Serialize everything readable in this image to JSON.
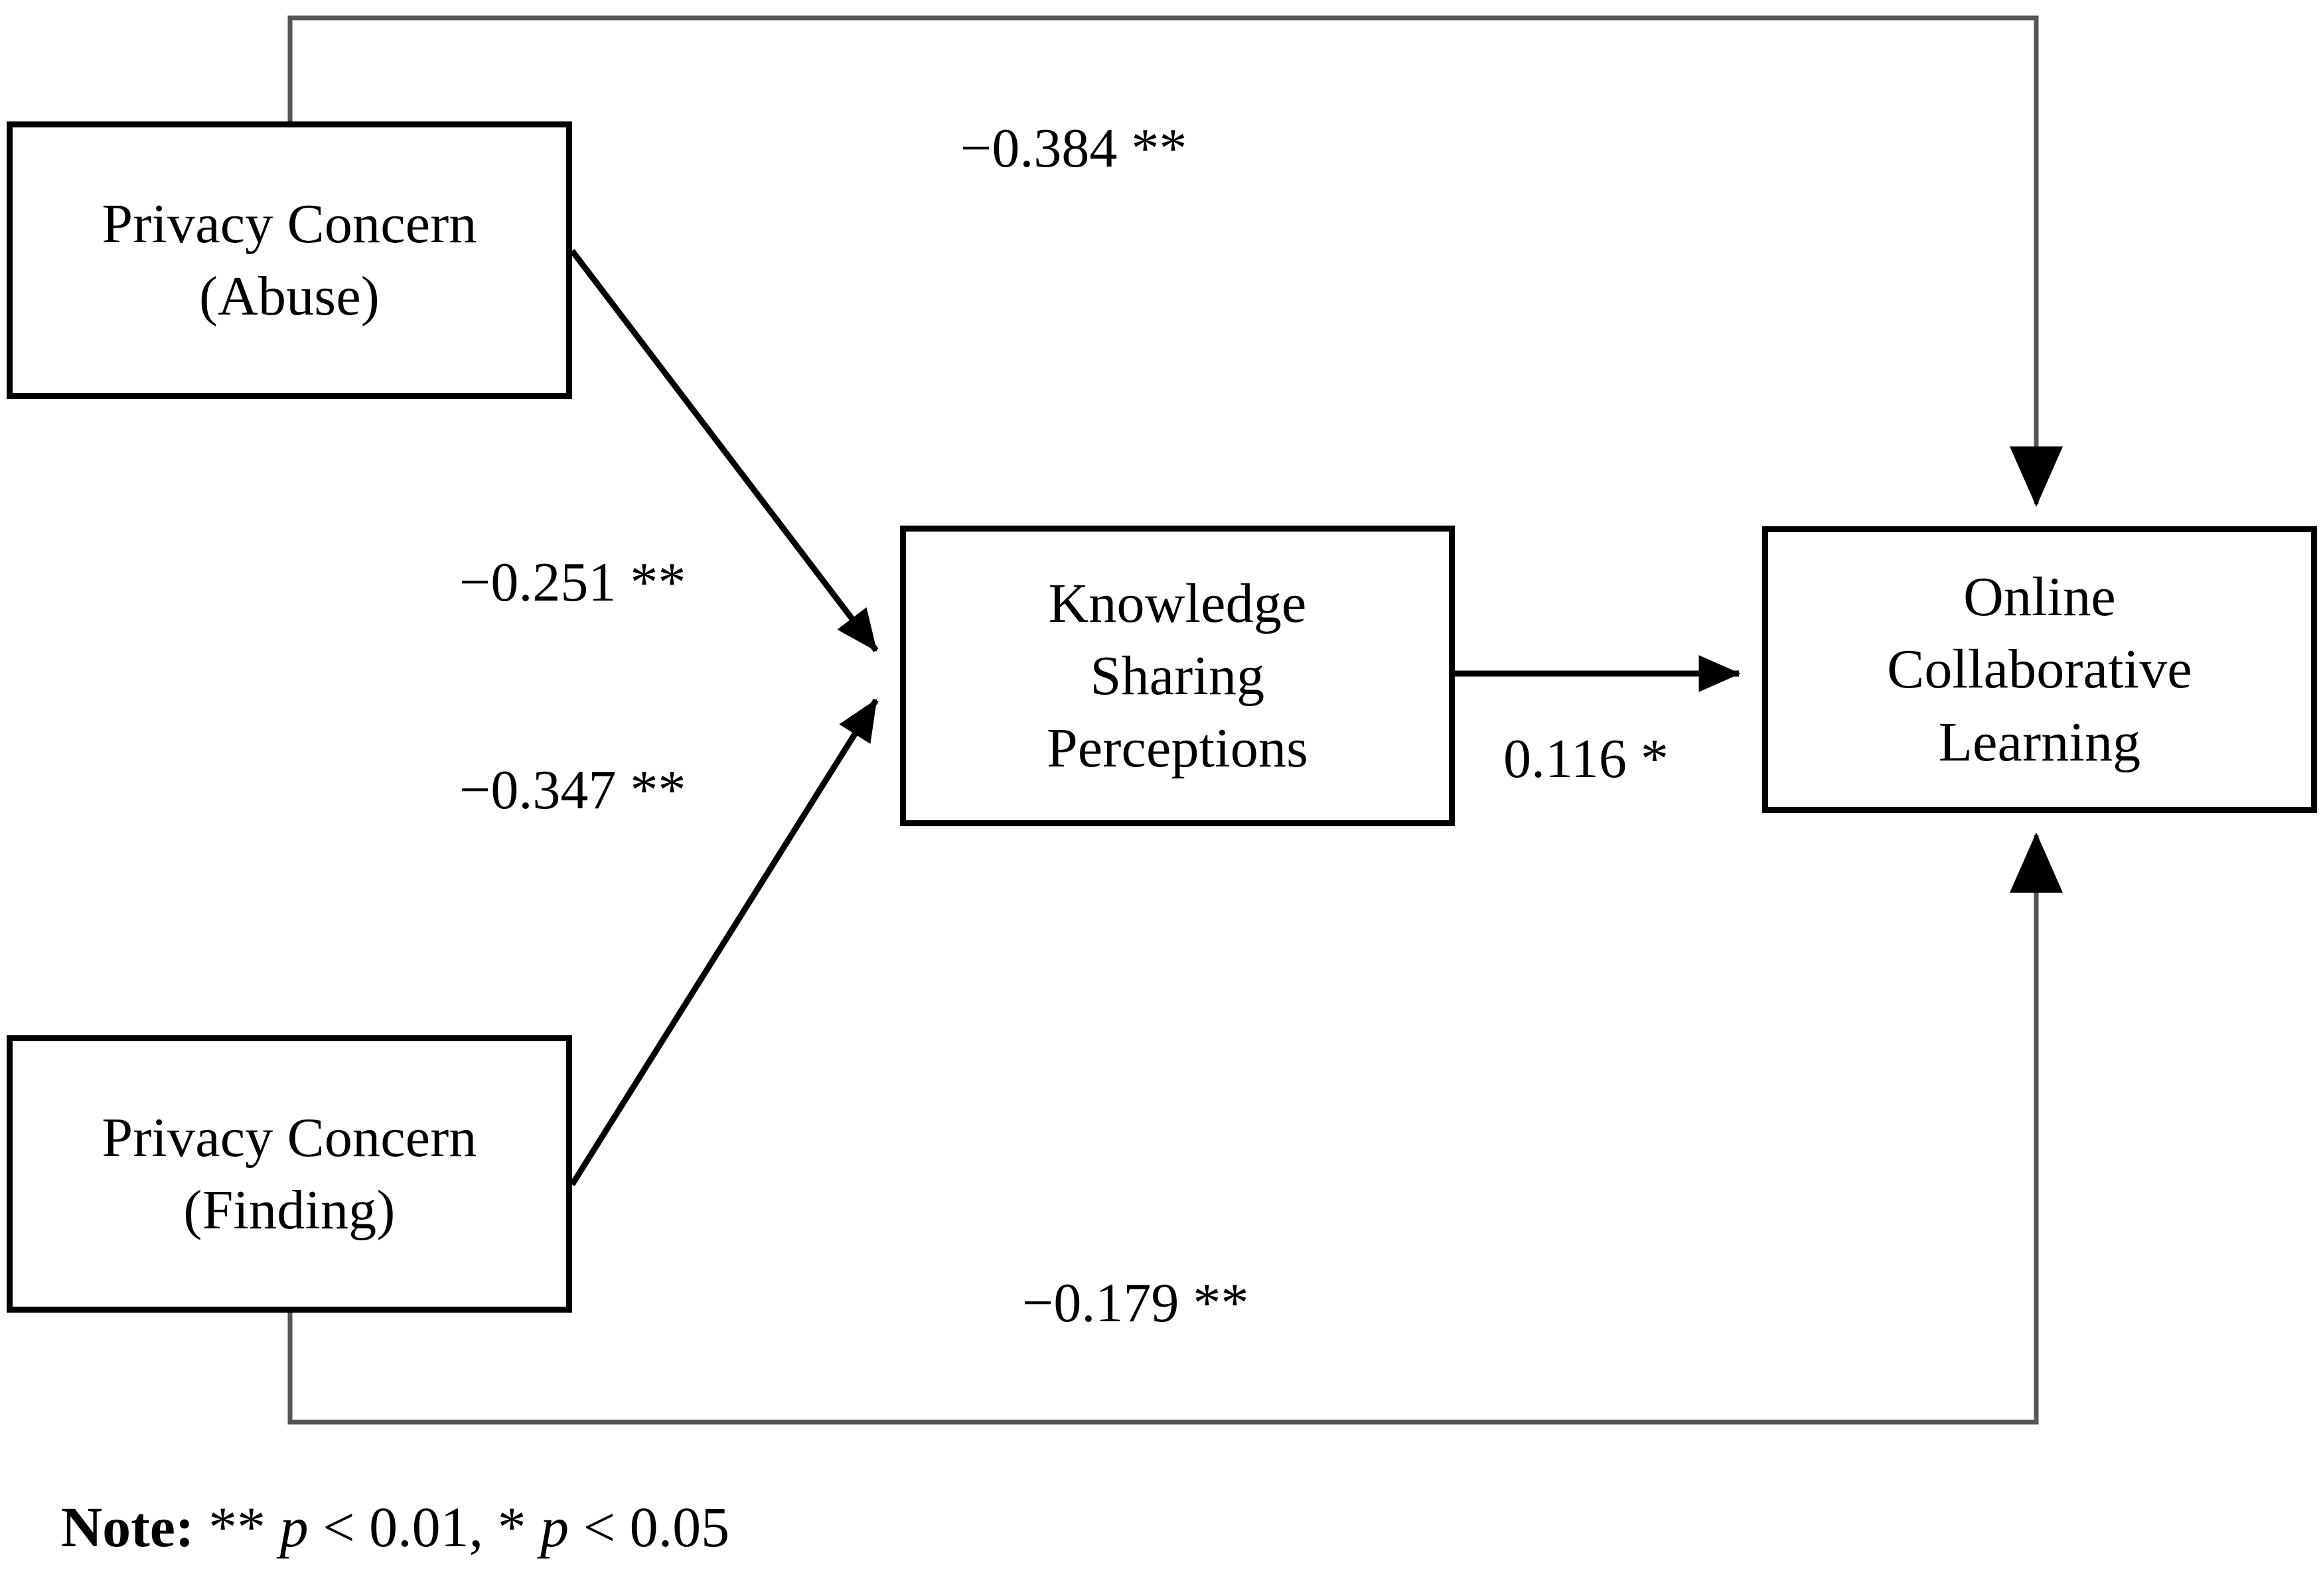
{
  "figure": {
    "type": "path-diagram",
    "background_color": "#ffffff",
    "line_color": "#000000"
  },
  "nodes": [
    {
      "id": "privacy-abuse",
      "name": "privacy-concern-abuse-node",
      "lines": [
        "Privacy Concern",
        "(Abuse)"
      ],
      "line1": "Privacy Concern",
      "line2": "(Abuse)",
      "line3": ""
    },
    {
      "id": "privacy-finding",
      "name": "privacy-concern-finding-node",
      "lines": [
        "Privacy Concern",
        "(Finding)"
      ],
      "line1": "Privacy Concern",
      "line2": "(Finding)",
      "line3": ""
    },
    {
      "id": "knowledge-sharing",
      "name": "knowledge-sharing-perceptions-node",
      "lines": [
        "Knowledge",
        "Sharing",
        "Perceptions"
      ],
      "line1": "Knowledge",
      "line2": "Sharing",
      "line3": "Perceptions"
    },
    {
      "id": "online-collaborative-learning",
      "name": "online-collaborative-learning-node",
      "lines": [
        "Online",
        "Collaborative",
        "Learning"
      ],
      "line1": "Online",
      "line2": "Collaborative",
      "line3": "Learning"
    }
  ],
  "edges": [
    {
      "id": "abuse-to-ocl",
      "from": "privacy-abuse",
      "to": "online-collaborative-learning",
      "coefficient": "-0.384",
      "significance": "**",
      "label": "−0.384 **"
    },
    {
      "id": "abuse-to-ks",
      "from": "privacy-abuse",
      "to": "knowledge-sharing",
      "coefficient": "-0.251",
      "significance": "**",
      "label": "−0.251 **"
    },
    {
      "id": "finding-to-ks",
      "from": "privacy-finding",
      "to": "knowledge-sharing",
      "coefficient": "-0.347",
      "significance": "**",
      "label": "−0.347 **"
    },
    {
      "id": "ks-to-ocl",
      "from": "knowledge-sharing",
      "to": "online-collaborative-learning",
      "coefficient": "0.116",
      "significance": "*",
      "label": "0.116 *"
    },
    {
      "id": "finding-to-ocl",
      "from": "privacy-finding",
      "to": "online-collaborative-learning",
      "coefficient": "-0.179",
      "significance": "**",
      "label": "−0.179 **"
    }
  ],
  "note": {
    "prefix": "Note:",
    "stars_double": "**",
    "p_symbol": "p",
    "threshold_double": "< 0.01,",
    "stars_single": "*",
    "threshold_single": "< 0.05",
    "full_text": "Note: ** p < 0.01, * p < 0.05"
  },
  "chart_data": {
    "type": "diagram",
    "title": "",
    "nodes": [
      "Privacy Concern (Abuse)",
      "Privacy Concern (Finding)",
      "Knowledge Sharing Perceptions",
      "Online Collaborative Learning"
    ],
    "paths": [
      {
        "source": "Privacy Concern (Abuse)",
        "target": "Online Collaborative Learning",
        "value": -0.384,
        "sig": "p < 0.01"
      },
      {
        "source": "Privacy Concern (Abuse)",
        "target": "Knowledge Sharing Perceptions",
        "value": -0.251,
        "sig": "p < 0.01"
      },
      {
        "source": "Privacy Concern (Finding)",
        "target": "Knowledge Sharing Perceptions",
        "value": -0.347,
        "sig": "p < 0.01"
      },
      {
        "source": "Knowledge Sharing Perceptions",
        "target": "Online Collaborative Learning",
        "value": 0.116,
        "sig": "p < 0.05"
      },
      {
        "source": "Privacy Concern (Finding)",
        "target": "Online Collaborative Learning",
        "value": -0.179,
        "sig": "p < 0.01"
      }
    ]
  }
}
